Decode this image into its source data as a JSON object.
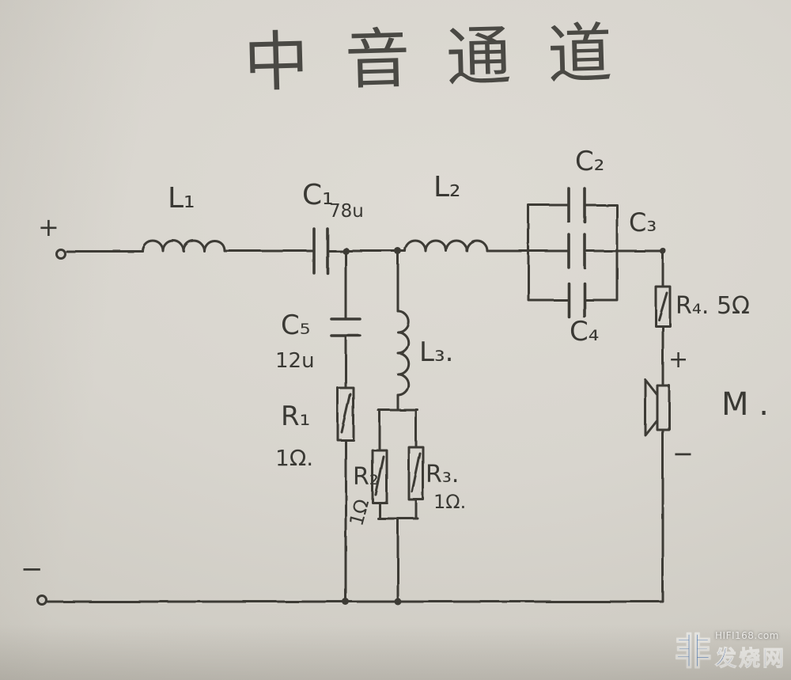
{
  "title": "中音通道",
  "labels": {
    "input_plus": "+",
    "gnd_minus": "−",
    "L1": "L₁",
    "C1": "C₁",
    "C1_value": "78u",
    "L2": "L₂",
    "C2": "C₂",
    "C3": "C₃",
    "C4": "C₄",
    "C5": "C₅",
    "C5_value": "12u",
    "R1": "R₁",
    "R1_value": "1Ω.",
    "L3": "L₃.",
    "R2": "R₂",
    "R2_value": "1Ω",
    "R3": "R₃.",
    "R3_value": "1Ω.",
    "R4": "R₄. 5Ω",
    "speaker_plus": "+",
    "speaker": "M .",
    "speaker_minus": "−"
  },
  "watermark": {
    "logo": "非",
    "site": "HIFI168.com",
    "name": "发烧网"
  }
}
